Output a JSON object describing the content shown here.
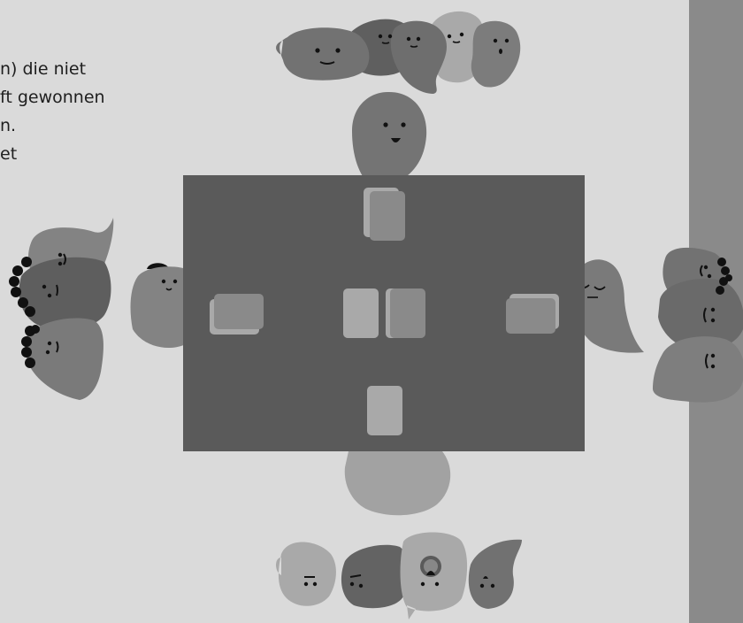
{
  "intro_text": {
    "lines": [
      "n) die niet",
      "ft gewonnen",
      "n.",
      "et"
    ]
  },
  "colors": {
    "background": "#dadada",
    "table": "#5a5a5a",
    "sidebar": "#8a8a8a",
    "card_light": "#a9a9a9",
    "card_dark": "#8a8a8a"
  },
  "table": {
    "top_pile": "card-stack",
    "left_pile": "card-stack",
    "right_pile": "card-stack",
    "bottom_pile": "card-single",
    "center_piles": [
      "card-light",
      "card-dark"
    ]
  }
}
